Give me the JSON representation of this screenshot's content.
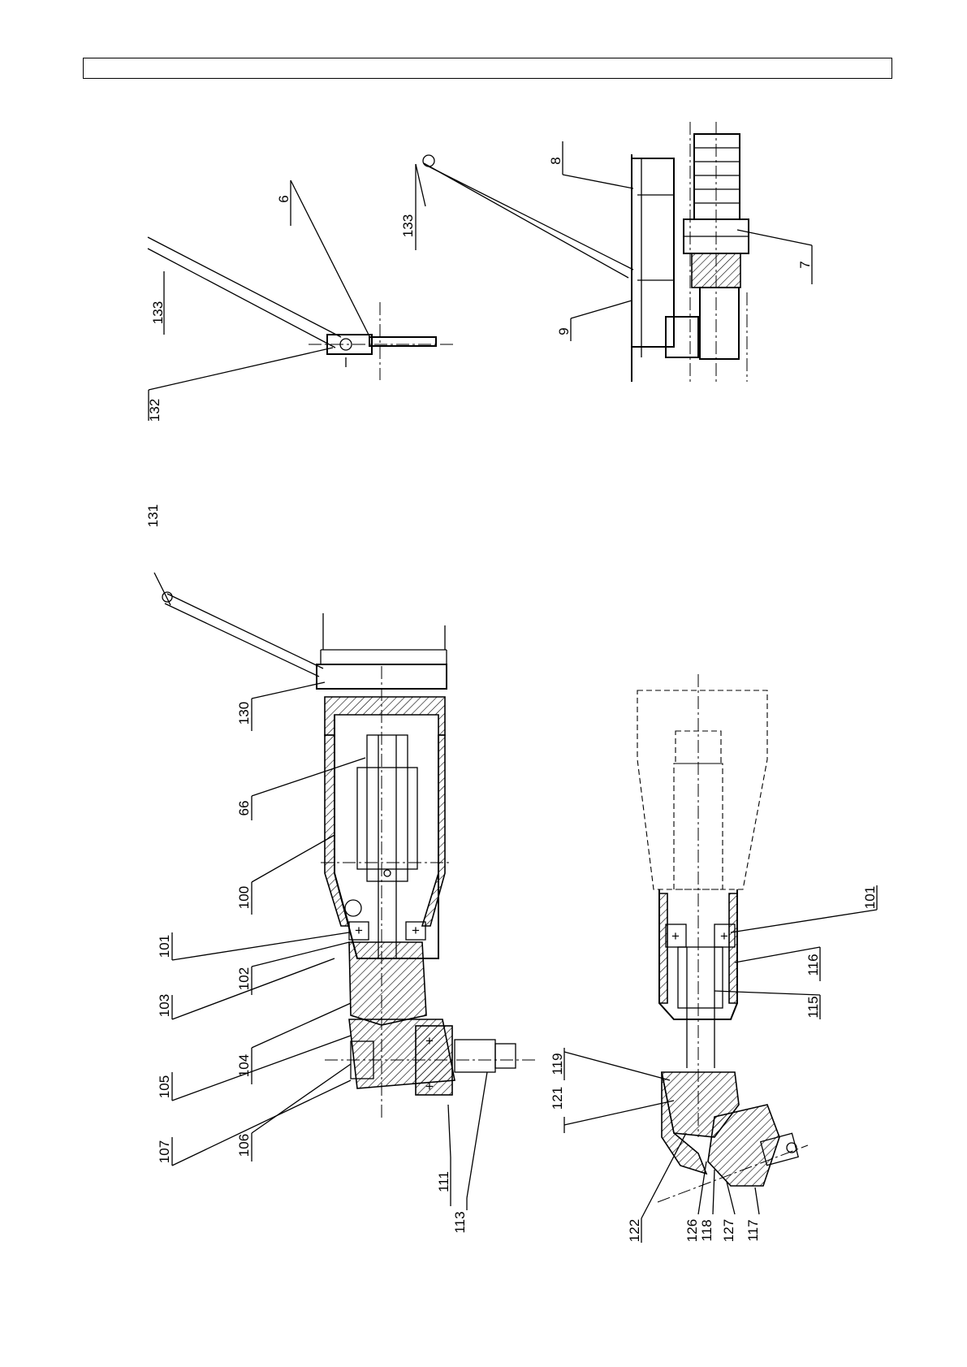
{
  "header": {
    "text": ""
  },
  "parts": {
    "p6": "6",
    "p7": "7",
    "p8": "8",
    "p9": "9",
    "p66": "66",
    "p100": "100",
    "p101": "101",
    "p102": "102",
    "p103": "103",
    "p104": "104",
    "p105": "105",
    "p106": "106",
    "p107": "107",
    "p111": "111",
    "p113": "113",
    "p115": "115",
    "p116": "116",
    "p117": "117",
    "p118": "118",
    "p119": "119",
    "p121": "121",
    "p122": "122",
    "p126": "126",
    "p127": "127",
    "p130": "130",
    "p131": "131",
    "p132": "132",
    "p133": "133"
  }
}
